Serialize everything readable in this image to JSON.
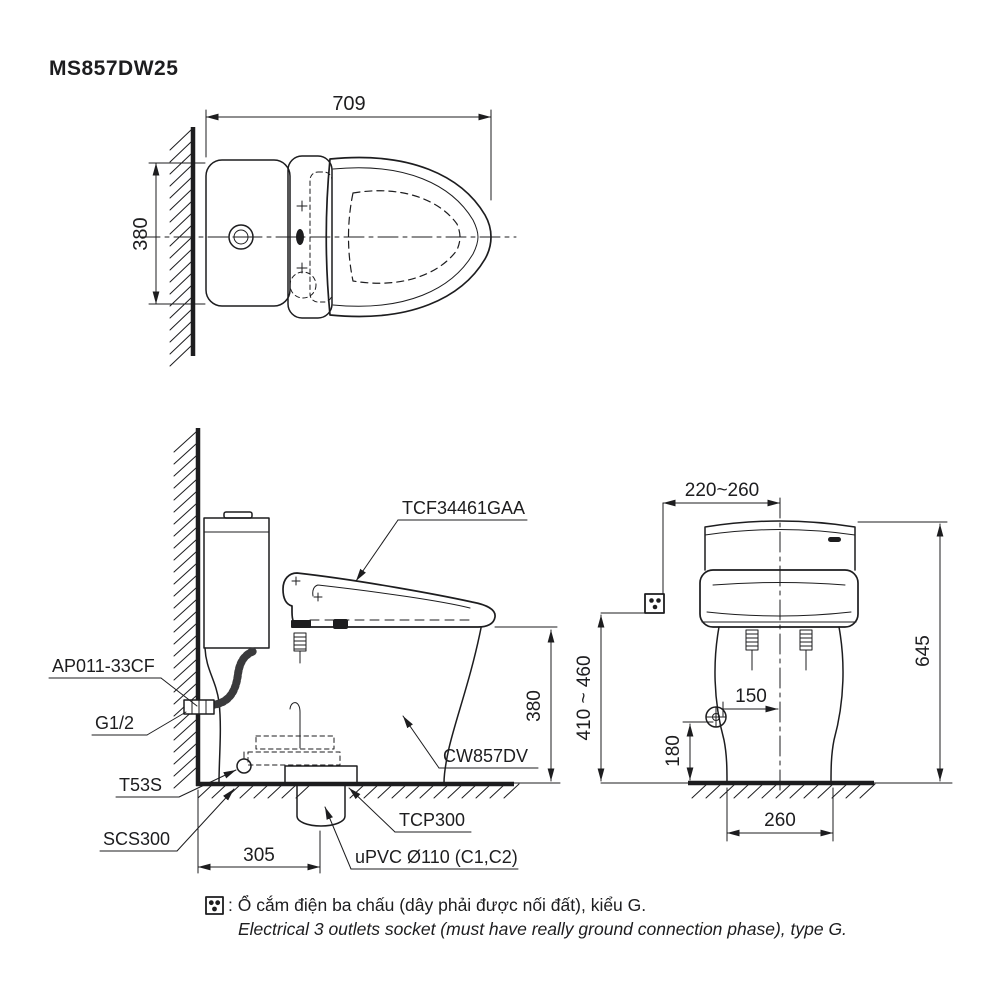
{
  "product_code": "MS857DW25",
  "colors": {
    "line": "#1d1d1f",
    "background": "#ffffff"
  },
  "top_view": {
    "dim_width": "709",
    "dim_depth": "380"
  },
  "side_view": {
    "dim_seat_height": "380",
    "dim_drain_offset": "305",
    "label_washlet": "TCF34461GAA",
    "label_supply": "AP011-33CF",
    "label_thread": "G1/2",
    "label_connector": "T53S",
    "label_drain_socket": "SCS300",
    "label_bowl": "CW857DV",
    "label_flange": "TCP300",
    "label_pipe": "uPVC Ø110 (C1,C2)"
  },
  "front_view": {
    "dim_outlet_offset": "220~260",
    "dim_outlet_height": "410 ~ 460",
    "dim_total_height": "645",
    "dim_valve_offset": "150",
    "dim_valve_height": "180",
    "dim_base_width": "260"
  },
  "footnote": {
    "vi": ": Ổ cắm điện ba chấu (dây phải được nối đất), kiểu G.",
    "en": "Electrical 3 outlets socket (must have really ground connection phase), type G."
  }
}
